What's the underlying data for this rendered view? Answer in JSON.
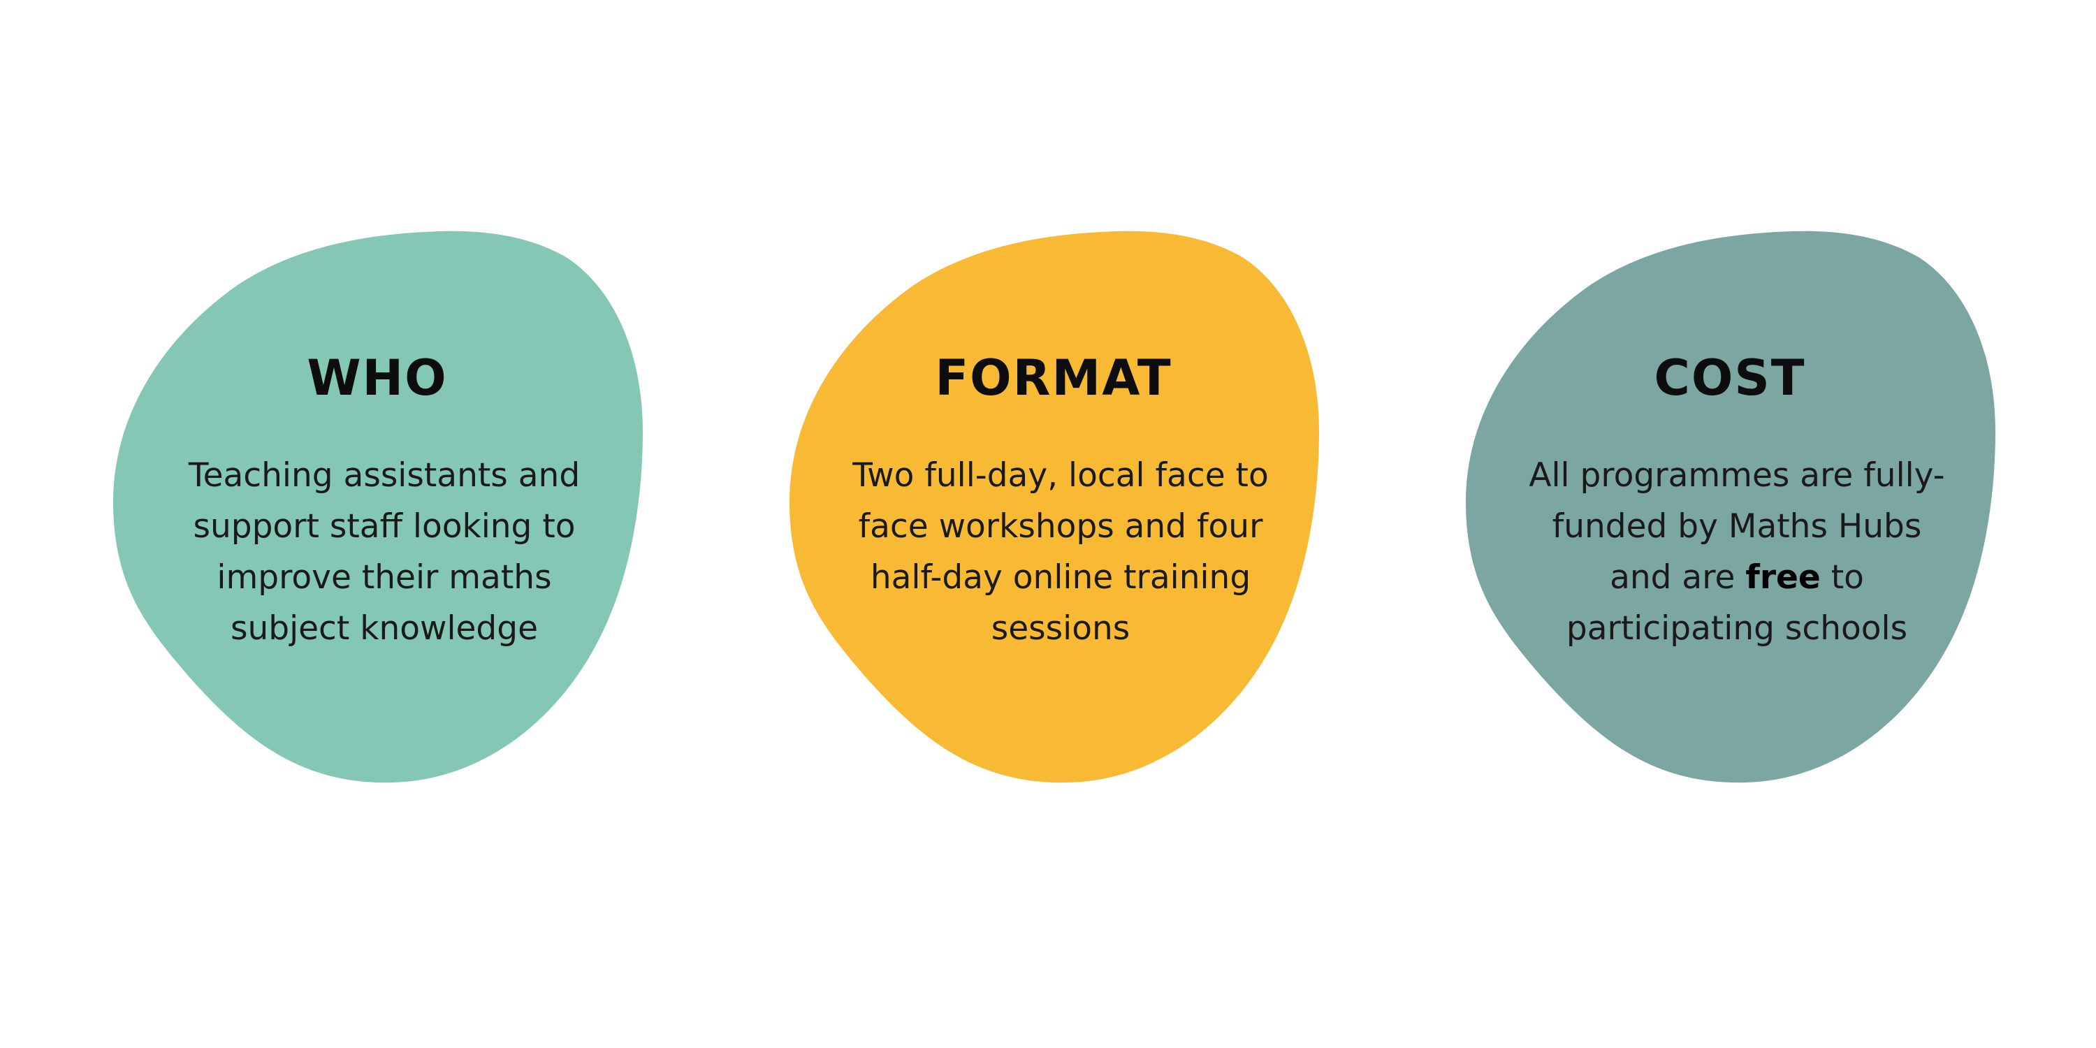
{
  "colors": {
    "who": "#84c7b4",
    "format": "#f8ba35",
    "cost": "#7ca6a2",
    "background": "#ffffff",
    "text": "#1a1a1a"
  },
  "cards": [
    {
      "title": "WHO",
      "body": "Teaching assistants and support staff looking to improve their maths subject knowledge"
    },
    {
      "title": "FORMAT",
      "body": "Two full-day, local face to face workshops and four half-day online training sessions"
    },
    {
      "title": "COST",
      "body_before": "All programmes are fully-funded by Maths Hubs and are",
      "body_bold": "free",
      "body_after": "to participating schools"
    }
  ]
}
